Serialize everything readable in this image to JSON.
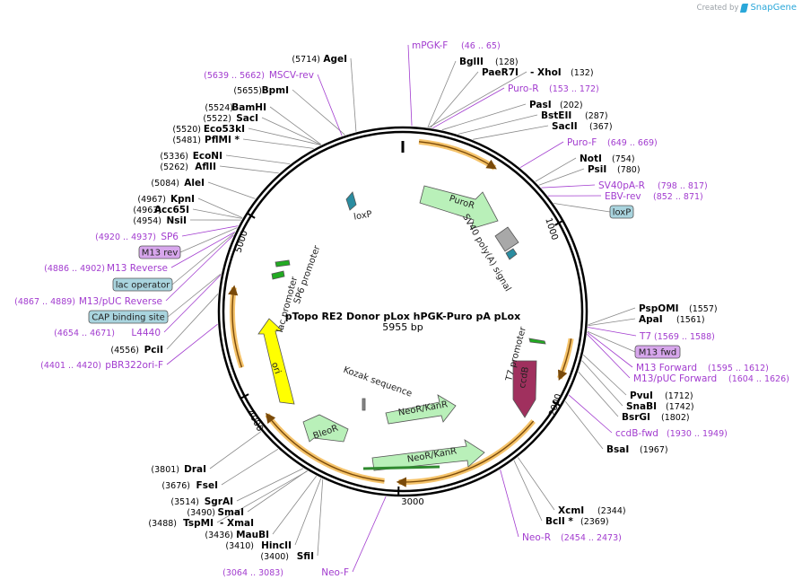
{
  "credit": {
    "prefix": "Created by",
    "brand": "SnapGene",
    "icon": "snapgene-logo"
  },
  "center": {
    "title": "pTopo RE2 Donor pLox hPGK-Puro pA pLox",
    "subtitle": "5955 bp"
  },
  "ticks": [
    "1000",
    "2000",
    "3000",
    "4000",
    "5000"
  ],
  "sites": [
    {
      "name": "AgeI",
      "pos": "(5714)"
    },
    {
      "name": "BpmI",
      "pos": "(5655)"
    },
    {
      "name": "BamHI",
      "pos": "(5524)"
    },
    {
      "name": "SacI",
      "pos": "(5522)"
    },
    {
      "name": "Eco53kI",
      "pos": "(5520)"
    },
    {
      "name": "PflMI *",
      "pos": "(5481)"
    },
    {
      "name": "EcoNI",
      "pos": "(5336)"
    },
    {
      "name": "AflII",
      "pos": "(5262)"
    },
    {
      "name": "AleI",
      "pos": "(5084)"
    },
    {
      "name": "KpnI",
      "pos": "(4967)"
    },
    {
      "name": "Acc65I",
      "pos": "(4963)"
    },
    {
      "name": "NsiI",
      "pos": "(4954)"
    },
    {
      "name": "PciI",
      "pos": "(4556)"
    },
    {
      "name": "BglII",
      "pos": "(128)"
    },
    {
      "name": "PaeR7I",
      "pos": ""
    },
    {
      "name": "- XhoI",
      "pos": "(132)"
    },
    {
      "name": "PasI",
      "pos": "(202)"
    },
    {
      "name": "BstEII",
      "pos": "(287)"
    },
    {
      "name": "SacII",
      "pos": "(367)"
    },
    {
      "name": "NotI",
      "pos": "(754)"
    },
    {
      "name": "PsiI",
      "pos": "(780)"
    },
    {
      "name": "PspOMI",
      "pos": "(1557)"
    },
    {
      "name": "ApaI",
      "pos": "(1561)"
    },
    {
      "name": "PvuI",
      "pos": "(1712)"
    },
    {
      "name": "SnaBI",
      "pos": "(1742)"
    },
    {
      "name": "BsrGI",
      "pos": "(1802)"
    },
    {
      "name": "BsaI",
      "pos": "(1967)"
    },
    {
      "name": "XcmI",
      "pos": "(2344)"
    },
    {
      "name": "BclI *",
      "pos": "(2369)"
    },
    {
      "name": "DraI",
      "pos": "(3801)"
    },
    {
      "name": "FseI",
      "pos": "(3676)"
    },
    {
      "name": "SgrAI",
      "pos": "(3514)"
    },
    {
      "name": "SmaI",
      "pos": "(3490)"
    },
    {
      "name": "TspMI",
      "pos": "(3488)"
    },
    {
      "name": "- XmaI",
      "pos": ""
    },
    {
      "name": "MauBI",
      "pos": "(3436)"
    },
    {
      "name": "HincII",
      "pos": "(3410)"
    },
    {
      "name": "SfiI",
      "pos": "(3400)"
    }
  ],
  "primers": [
    {
      "name": "mPGK-F",
      "pos": "(46 .. 65)"
    },
    {
      "name": "MSCV-rev",
      "pos": "(5639 .. 5662)"
    },
    {
      "name": "Puro-R",
      "pos": "(153 .. 172)"
    },
    {
      "name": "Puro-F",
      "pos": "(649 .. 669)"
    },
    {
      "name": "SV40pA-R",
      "pos": "(798 .. 817)"
    },
    {
      "name": "EBV-rev",
      "pos": "(852 .. 871)"
    },
    {
      "name": "SP6",
      "pos": "(4920 .. 4937)"
    },
    {
      "name": "M13 Reverse",
      "pos": "(4886 .. 4902)"
    },
    {
      "name": "M13/pUC Reverse",
      "pos": "(4867 .. 4889)"
    },
    {
      "name": "L4440",
      "pos": "(4654 .. 4671)"
    },
    {
      "name": "pBR322ori-F",
      "pos": "(4401 .. 4420)"
    },
    {
      "name": "T7",
      "pos": "(1569 .. 1588)"
    },
    {
      "name": "M13 Forward",
      "pos": "(1595 .. 1612)"
    },
    {
      "name": "M13/pUC Forward",
      "pos": "(1604 .. 1626)"
    },
    {
      "name": "ccdB-fwd",
      "pos": "(1930 .. 1949)"
    },
    {
      "name": "Neo-R",
      "pos": "(2454 .. 2473)"
    },
    {
      "name": "Neo-F",
      "pos": "(3064 .. 3083)"
    }
  ],
  "boxed": [
    {
      "name": "loxP",
      "color": "#a9d4de"
    },
    {
      "name": "M13 rev",
      "color": "#d7a6ec"
    },
    {
      "name": "lac operator",
      "color": "#a9d4de"
    },
    {
      "name": "CAP binding site",
      "color": "#a9d4de"
    },
    {
      "name": "M13 fwd",
      "color": "#d7a6ec"
    }
  ],
  "features": [
    {
      "name": "PuroR",
      "color": "#b9f0b9"
    },
    {
      "name": "SV40 poly(A) signal",
      "color": "#a8a8a8"
    },
    {
      "name": "loxP",
      "color": "#2a8ca0"
    },
    {
      "name": "SP6 promoter",
      "color": "#22aa22"
    },
    {
      "name": "lac promoter",
      "color": "#22aa22"
    },
    {
      "name": "ori",
      "color": "#ffff00"
    },
    {
      "name": "T7 promoter",
      "color": "#22aa22"
    },
    {
      "name": "ccdB",
      "color": "#a0305e"
    },
    {
      "name": "Kozak sequence",
      "color": "#888888"
    },
    {
      "name": "NeoR/KanR",
      "color": "#b9f0b9"
    },
    {
      "name": "NeoR/KanR",
      "color": "#b9f0b9"
    },
    {
      "name": "BleoR",
      "color": "#b9f0b9"
    }
  ],
  "colors": {
    "backbone": "#000000",
    "primer": "#a23ccf",
    "orf_arc": "#f5a623",
    "orf_inner": "#7a4a0a",
    "brand": "#2aa7d9"
  }
}
